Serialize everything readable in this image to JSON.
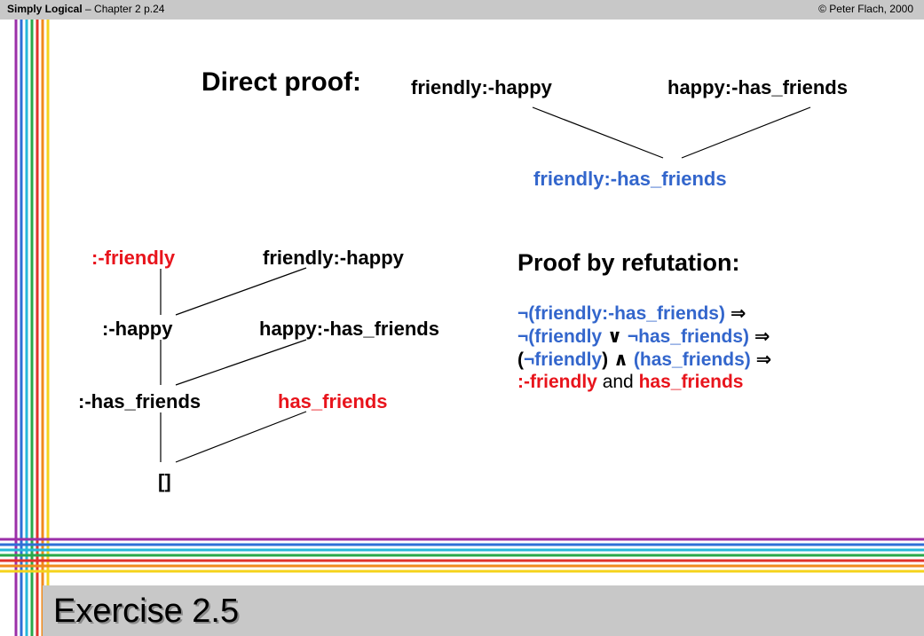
{
  "header": {
    "book": "Simply Logical",
    "chapter": " – Chapter 2  p.24",
    "copyright": "© Peter Flach, 2000"
  },
  "footer": {
    "title": "Exercise 2.5"
  },
  "direct": {
    "title": "Direct proof:",
    "clause1": "friendly:-happy",
    "clause2": "happy:-has_friends",
    "result": "friendly:-has_friends"
  },
  "tree": {
    "n1": ":-friendly",
    "s1": "friendly:-happy",
    "n2": ":-happy",
    "s2": "happy:-has_friends",
    "n3": ":-has_friends",
    "s3": "has_friends",
    "n4": "[]"
  },
  "refutation": {
    "title": "Proof by refutation:",
    "neg": "¬",
    "or": "∨",
    "and": "∧",
    "implies": "⇒",
    "l1_a": "(friendly:-has_friends)",
    "l2_a": "(friendly",
    "l2_b": "has_friends)",
    "l3_a": "(",
    "l3_b": "friendly",
    "l3_c": ")",
    "l3_d": "(has_friends)",
    "l4_a": ":-friendly",
    "l4_b": "and",
    "l4_c": "has_friends"
  },
  "colors": {
    "blue": "#3366cc",
    "red": "#e8141c",
    "header_gray": "#c8c8c8"
  }
}
